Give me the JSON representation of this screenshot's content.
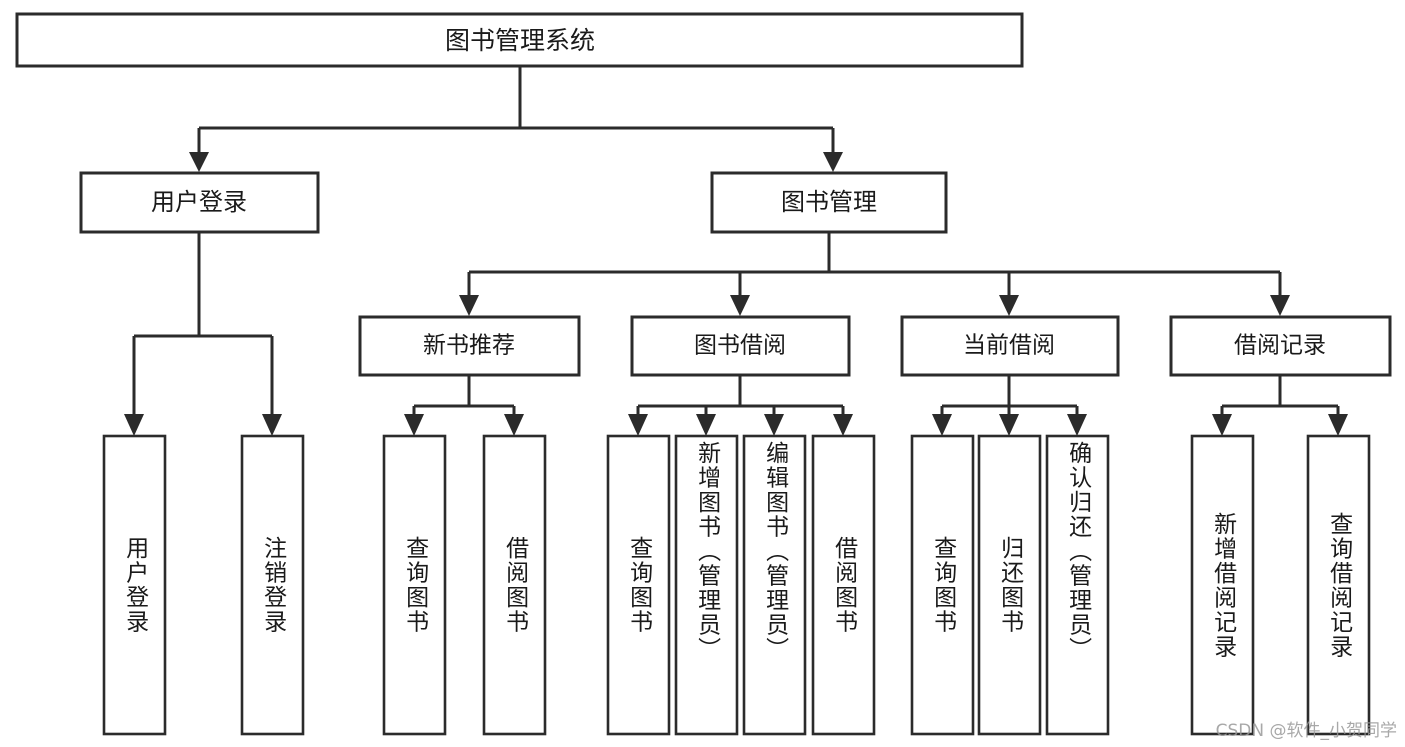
{
  "diagram": {
    "type": "tree-hierarchy",
    "title": "图书管理系统",
    "orientation": "top-down",
    "background_color": "#ffffff",
    "line_color": "#2b2b2b",
    "text_color": "#1a1a1a",
    "root": {
      "label": "图书管理系统",
      "level": 1
    },
    "level2": [
      {
        "label": "用户登录"
      },
      {
        "label": "图书管理"
      }
    ],
    "level3": [
      {
        "label": "新书推荐"
      },
      {
        "label": "图书借阅"
      },
      {
        "label": "当前借阅"
      },
      {
        "label": "借阅记录"
      }
    ],
    "leaves": {
      "user_login": [
        {
          "label": "用户登录"
        },
        {
          "label": "注销登录"
        }
      ],
      "new_book": [
        {
          "label": "查询图书"
        },
        {
          "label": "借阅图书"
        }
      ],
      "book_borrow": [
        {
          "label": "查询图书"
        },
        {
          "label": "新增图书（管理员）"
        },
        {
          "label": "编辑图书（管理员）"
        },
        {
          "label": "借阅图书"
        }
      ],
      "current_borrow": [
        {
          "label": "查询图书"
        },
        {
          "label": "归还图书"
        },
        {
          "label": "确认归还（管理员）"
        }
      ],
      "borrow_record": [
        {
          "label": "新增借阅记录"
        },
        {
          "label": "查询借阅记录"
        }
      ]
    }
  },
  "watermark": {
    "text": "CSDN @软件_小贺同学"
  }
}
